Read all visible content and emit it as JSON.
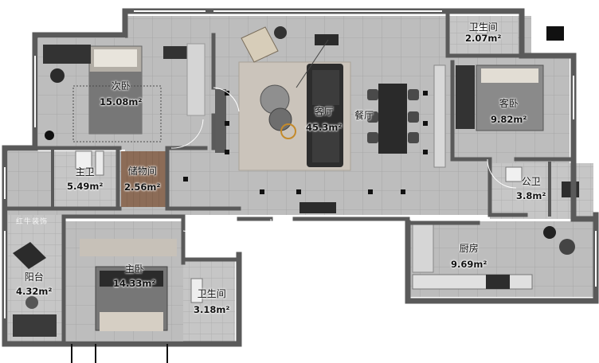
{
  "rooms": {
    "bath_top": {
      "name": "卫生间",
      "area": "2.07m²"
    },
    "second_bed": {
      "name": "次卧",
      "area": "15.08m²"
    },
    "living": {
      "name": "客厅",
      "area": "45.3m²"
    },
    "dining": {
      "name": "餐厅"
    },
    "guest_bed": {
      "name": "客卧",
      "area": "9.82m²"
    },
    "master_bath": {
      "name": "主卫",
      "area": "5.49m²"
    },
    "storage": {
      "name": "储物间",
      "area": "2.56m²"
    },
    "public_bath": {
      "name": "公卫",
      "area": "3.8m²"
    },
    "kitchen": {
      "name": "厨房",
      "area": "9.69m²"
    },
    "balcony": {
      "name": "阳台",
      "area": "4.32m²"
    },
    "master_bed": {
      "name": "主卧",
      "area": "14.33m²"
    },
    "bath_bottom": {
      "name": "卫生间",
      "area": "3.18m²"
    }
  },
  "watermark": "红牛装饰",
  "colors": {
    "wall": "#5a5a5a",
    "floor_tile": "#bdbdbd",
    "tile_line": "#9a9a9a",
    "wood": "#8a6a55",
    "rug": "#cfc8bf",
    "dark": "#2b2b2b"
  }
}
